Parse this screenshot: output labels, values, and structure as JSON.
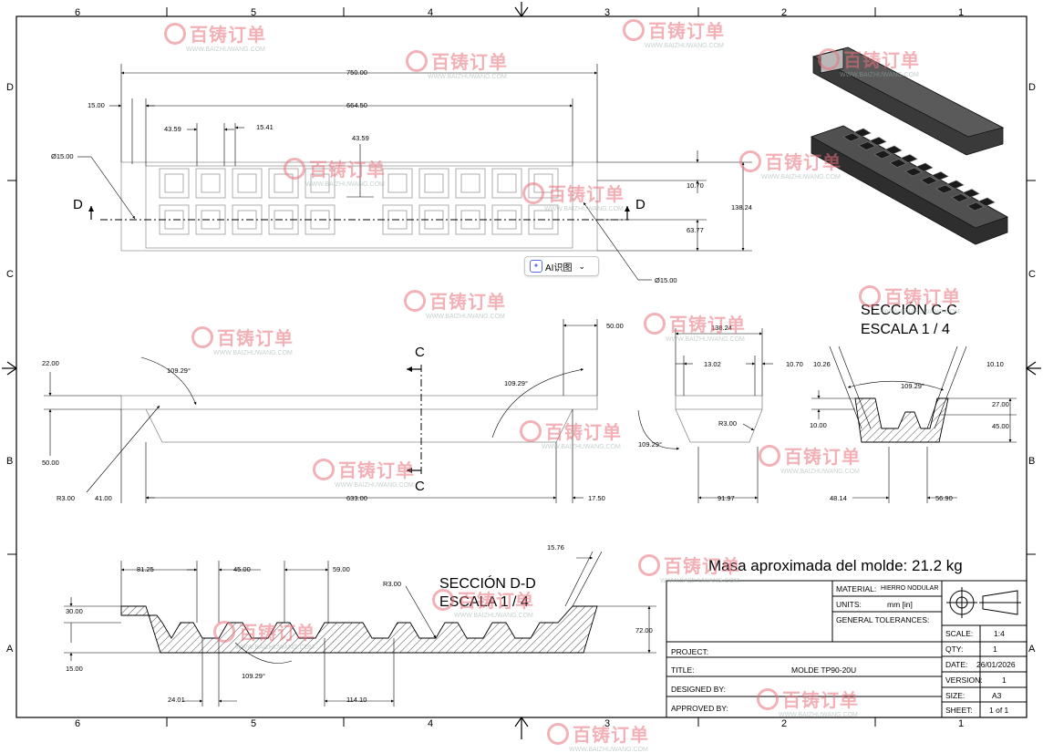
{
  "zones": {
    "cols": [
      "6",
      "5",
      "4",
      "3",
      "2",
      "1"
    ],
    "rows": [
      "D",
      "C",
      "B",
      "A"
    ]
  },
  "mass_text": "Masa aproximada del molde: 21.2 kg",
  "sections": {
    "cc_title": "SECCIÓN C-C",
    "cc_scale": "ESCALA 1 / 4",
    "dd_title": "SECCIÓN D-D",
    "dd_scale": "ESCALA 1 / 4",
    "mark_c": "C",
    "mark_d": "D"
  },
  "ai_button": {
    "label": "AI识图",
    "chevron": "⌄"
  },
  "watermark": {
    "brand": "百铸订单",
    "url": "WWW.BAIZHUWANG.COM"
  },
  "dims_top": {
    "d750": "750.00",
    "d664": "664.50",
    "d15": "15.00",
    "d4359a": "43.59",
    "d1541": "15.41",
    "d4359b": "43.59",
    "dia_a": "Ø15.00",
    "dia_b": "Ø15.00",
    "d1070": "10.70",
    "d13824": "138.24",
    "d6377": "63.77"
  },
  "dims_side": {
    "d22": "22.00",
    "d10929a": "109.29°",
    "d10929b": "109.29°",
    "d5000": "50.00",
    "r300": "R3.00",
    "d4100": "41.00",
    "d63300": "633.00",
    "d1750": "17.50",
    "d50top": "50.00"
  },
  "dims_end": {
    "d13824": "138.24",
    "d1302": "13.02",
    "d1070": "10.70",
    "r300": "R3.00",
    "d10929": "109.29°",
    "d9197": "91.97"
  },
  "dims_cc": {
    "d1026": "10.26",
    "d1010": "10.10",
    "d10929": "109.29°",
    "d2700": "27.00",
    "d1000": "10.00",
    "d4500": "45.00",
    "d4814": "48.14",
    "d5690": "56.90"
  },
  "dims_dd": {
    "d8125": "81.25",
    "d4500": "45.00",
    "d5900": "59.00",
    "d1576": "15.76",
    "r300": "R3.00",
    "d3000": "30.00",
    "d7200": "72.00",
    "d1500": "15.00",
    "d10929": "109.29°",
    "d2401": "24.01",
    "d11410": "114.10"
  },
  "title_block": {
    "material_label": "MATERIAL:",
    "material_value": "HIERRO NODULAR",
    "units_label": "UNITS:",
    "units_value": "mm [in]",
    "tol_label": "GENERAL TOLERANCES:",
    "project_label": "PROJECT:",
    "title_label": "TITLE:",
    "title_value": "MOLDE TP90-20U",
    "designed_label": "DESIGNED BY:",
    "approved_label": "APPROVED BY:",
    "scale_label": "SCALE:",
    "scale_value": "1:4",
    "qty_label": "QTY:",
    "qty_value": "1",
    "date_label": "DATE:",
    "date_value": "26/01/2026",
    "version_label": "VERSION:",
    "version_value": "1",
    "size_label": "SIZE:",
    "size_value": "A3",
    "sheet_label": "SHEET:",
    "sheet_value": "1 of 1"
  }
}
